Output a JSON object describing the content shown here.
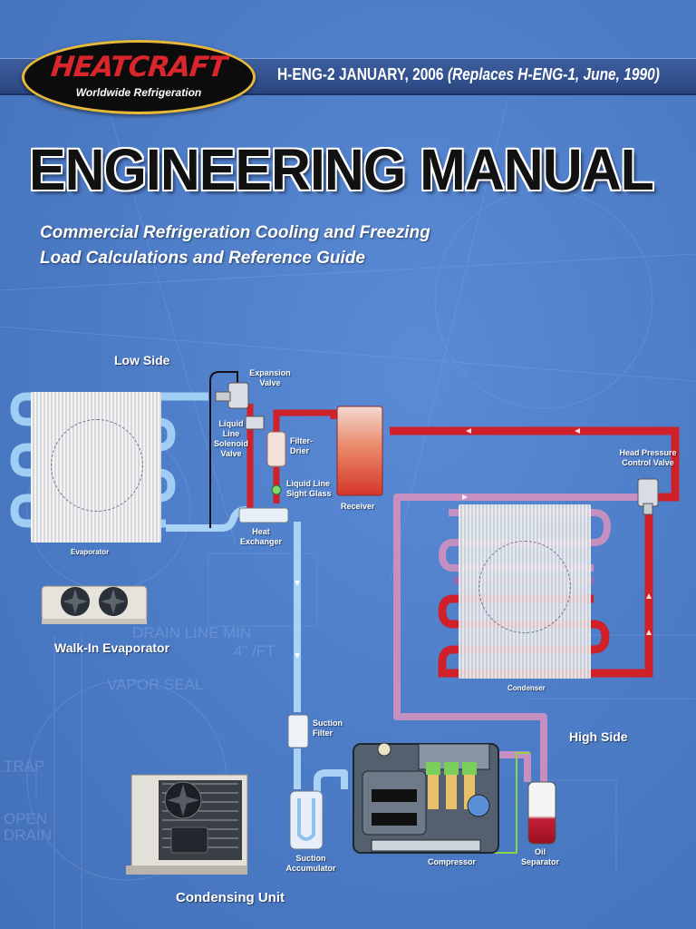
{
  "header": {
    "brand": "HEATCRAFT",
    "tagline": "Worldwide Refrigeration",
    "edition": "H-ENG-2  JANUARY, 2006",
    "replaces": "(Replaces H-ENG-1, June, 1990)"
  },
  "title": "ENGINEERING MANUAL",
  "subtitle": {
    "line1": "Commercial Refrigeration Cooling and Freezing",
    "line2": "Load Calculations and Reference Guide"
  },
  "diagram": {
    "low_side": "Low Side",
    "high_side": "High Side",
    "labels": {
      "expansion_valve": [
        "Expansion",
        "Valve"
      ],
      "liquid_line_solenoid_valve": [
        "Liquid",
        "Line",
        "Solenoid",
        "Valve"
      ],
      "filter_drier": [
        "Filter-",
        "Drier"
      ],
      "liquid_line_sight_glass": [
        "Liquid Line",
        "Sight Glass"
      ],
      "receiver": "Receiver",
      "head_pressure_control_valve": [
        "Head Pressure",
        "Control Valve"
      ],
      "evaporator": "Evaporator",
      "heat_exchanger": [
        "Heat",
        "Exchanger"
      ],
      "condenser": "Condenser",
      "suction_filter": [
        "Suction",
        "Filter"
      ],
      "suction_accumulator": [
        "Suction",
        "Accumulator"
      ],
      "compressor": "Compressor",
      "oil_separator": [
        "Oil",
        "Separator"
      ],
      "walk_in_evaporator": "Walk-In Evaporator",
      "condensing_unit": "Condensing Unit"
    },
    "background_text": [
      "DRAIN LINE MIN",
      "4\" /FT",
      "VAPOR SEAL",
      "TRAP",
      "OPEN",
      "DRAIN"
    ]
  },
  "colors": {
    "background": "#4f7fc9",
    "liquid_line": "#d0202a",
    "suction_line": "#a9d2f4",
    "discharge_line": "#c58fc2",
    "brand_red": "#d8262c",
    "brand_gold": "#e7b93a"
  }
}
